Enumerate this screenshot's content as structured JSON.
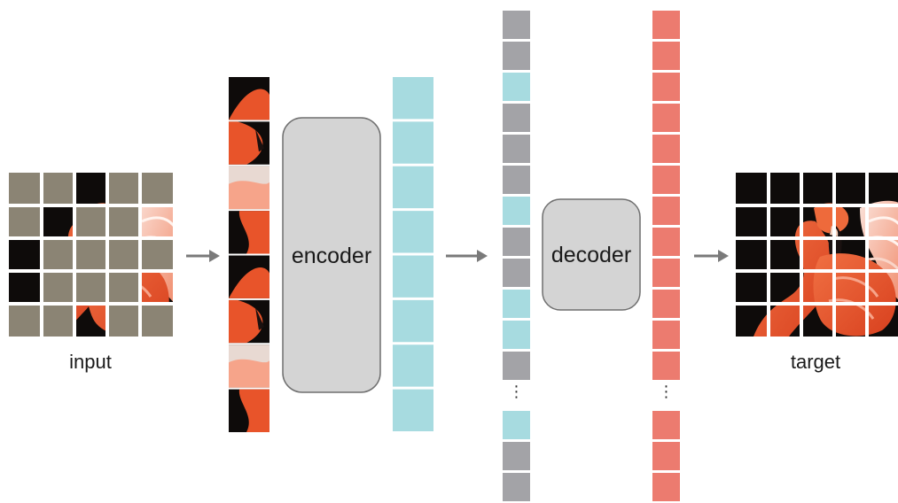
{
  "labels": {
    "input": "input",
    "target": "target",
    "encoder": "encoder",
    "decoder": "decoder"
  },
  "grid": {
    "rows": 5,
    "cols": 5,
    "visible_patches": [
      [
        0,
        2
      ],
      [
        1,
        1
      ],
      [
        1,
        4
      ],
      [
        2,
        0
      ],
      [
        3,
        0
      ],
      [
        3,
        4
      ],
      [
        4,
        2
      ]
    ]
  },
  "encoder_input_patch_count": 8,
  "encoder_output_token_count": 8,
  "decoder_input_tokens": {
    "before_ellipsis": [
      "mask",
      "mask",
      "visible",
      "mask",
      "mask",
      "mask",
      "visible",
      "mask",
      "mask",
      "visible",
      "visible",
      "mask"
    ],
    "ellipsis": "⋮",
    "after_ellipsis": [
      "visible",
      "mask",
      "mask"
    ]
  },
  "decoder_output_tokens": {
    "before_ellipsis_count": 12,
    "ellipsis": "⋮",
    "after_ellipsis_count": 3
  },
  "colors": {
    "mask_token": "#a3a3a7",
    "visible_token": "#a7dbe0",
    "output_token": "#ec7b6f",
    "mask_patch": "#8b8474",
    "block_fill": "#d4d4d4",
    "block_stroke": "#6f6f6f",
    "arrow": "#7a7a7a",
    "photo_dark": "#0e0b0a",
    "flamingo": "#e8542a",
    "flamingo_light": "#f6a48a",
    "feather_pale": "#e8d9d2"
  }
}
